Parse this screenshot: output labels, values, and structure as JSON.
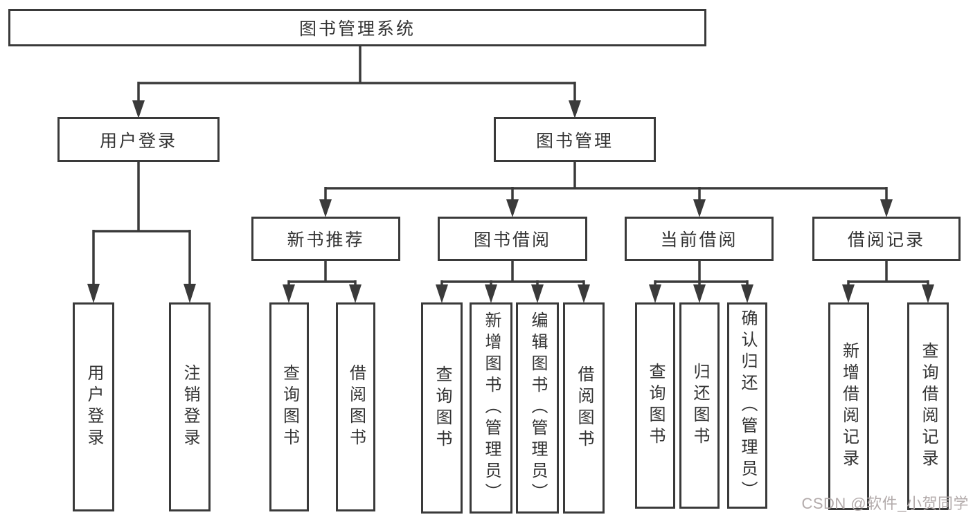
{
  "diagram": {
    "root": {
      "label": "图书管理系统"
    },
    "branches": [
      {
        "label": "用户登录",
        "children": [
          {
            "label": "用户登录"
          },
          {
            "label": "注销登录"
          }
        ]
      },
      {
        "label": "图书管理",
        "children": [
          {
            "label": "新书推荐",
            "children": [
              {
                "label": "查询图书"
              },
              {
                "label": "借阅图书"
              }
            ]
          },
          {
            "label": "图书借阅",
            "children": [
              {
                "label": "查询图书"
              },
              {
                "label": "新增图书（管理员）"
              },
              {
                "label": "编辑图书（管理员）"
              },
              {
                "label": "借阅图书"
              }
            ]
          },
          {
            "label": "当前借阅",
            "children": [
              {
                "label": "查询图书"
              },
              {
                "label": "归还图书"
              },
              {
                "label": "确认归还（管理员）"
              }
            ]
          },
          {
            "label": "借阅记录",
            "children": [
              {
                "label": "新增借阅记录"
              },
              {
                "label": "查询借阅记录"
              }
            ]
          }
        ]
      }
    ]
  },
  "watermark": {
    "text": "CSDN @软件_小贺同学"
  },
  "colors": {
    "line": "#3a3a3a",
    "text": "#333333",
    "background": "#ffffff",
    "watermark": "#b3abab"
  }
}
